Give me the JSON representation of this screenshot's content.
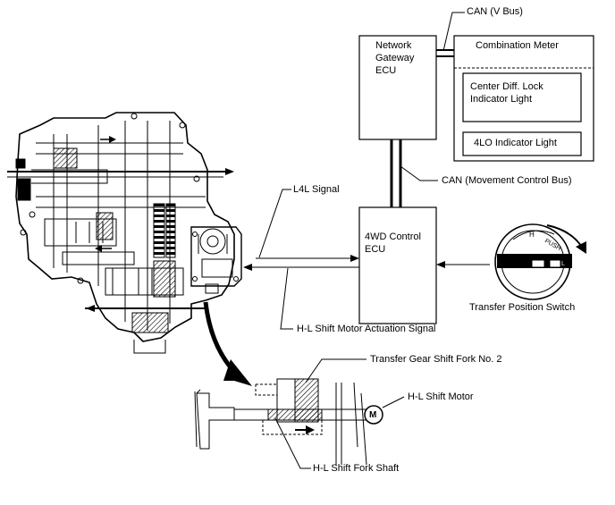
{
  "labels": {
    "can_v_bus": "CAN (V Bus)",
    "network_gateway_ecu": [
      "Network",
      "Gateway",
      "ECU"
    ],
    "combination_meter": "Combination Meter",
    "center_diff_lock": [
      "Center Diff. Lock",
      "Indicator Light"
    ],
    "lo_indicator": "4LO Indicator Light",
    "can_movement": "CAN (Movement Control Bus)",
    "l4l_signal": "L4L Signal",
    "control_ecu": [
      "4WD Control",
      "ECU"
    ],
    "transfer_position_switch": "Transfer Position Switch",
    "motor_actuation_signal": "H-L Shift Motor Actuation Signal",
    "shift_fork_no2": "Transfer Gear Shift Fork No. 2",
    "shift_motor": "H-L Shift Motor",
    "shift_fork_shaft": "H-L Shift Fork Shaft",
    "motor_symbol": "M",
    "switch_marks": [
      "H",
      "PUSH",
      "L"
    ]
  }
}
